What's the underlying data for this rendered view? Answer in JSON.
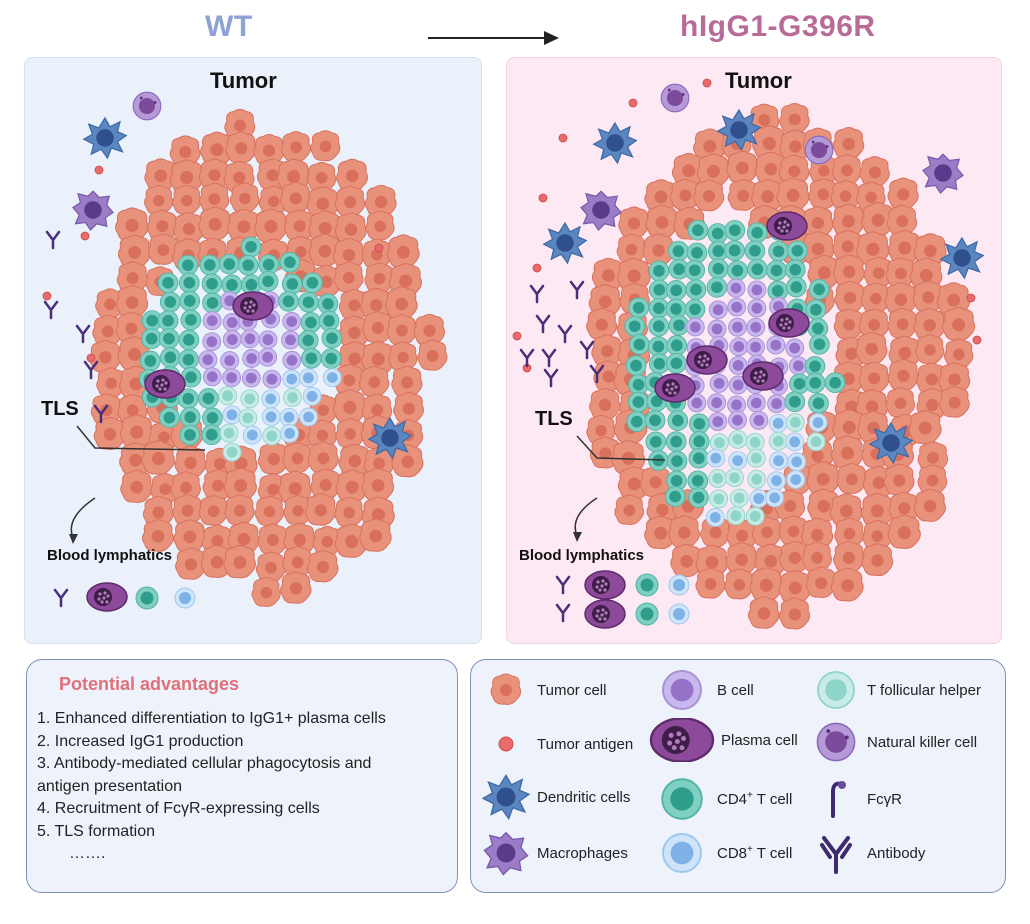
{
  "headings": {
    "left": "WT",
    "right": "hIgG1-G396R"
  },
  "panels": {
    "wt": {
      "tumor_label": "Tumor",
      "tls_label": "TLS",
      "blood_label": "Blood lymphatics"
    },
    "mutant": {
      "tumor_label": "Tumor",
      "tls_label": "TLS",
      "blood_label": "Blood lymphatics"
    }
  },
  "advantages": {
    "title": "Potential advantages",
    "items": [
      "1. Enhanced differentiation to IgG1+ plasma cells",
      "2. Increased IgG1 production",
      "3. Antibody-mediated cellular phagocytosis and",
      "antigen presentation",
      "4. Recruitment of FcγR-expressing cells",
      "5. TLS formation",
      "……."
    ]
  },
  "legend": {
    "tumor_cell": "Tumor cell",
    "b_cell": "B cell",
    "tfh": "T follicular helper",
    "tumor_antigen": "Tumor antigen",
    "plasma_cell": "Plasma cell",
    "nk_cell": "Natural killer cell",
    "dendritic": "Dendritic cells",
    "cd4_label": "CD4",
    "cd8_label": "CD8",
    "t_cell_suffix": "T cell",
    "fcgr": "FcγR",
    "macrophage": "Macrophages",
    "antibody": "Antibody"
  },
  "colors": {
    "wt_heading": "#8ea3d3",
    "mutant_heading": "#b96b98",
    "wt_background": "#eaf1fb",
    "mutant_background": "#fde9f4",
    "tumor_cell": "#e8927c",
    "cd4_t_cell": "#5cc0b0",
    "cd8_t_cell": "#9cc8ee",
    "b_cell": "#a88fd6",
    "plasma_cell": "#7a3f86",
    "dendritic_cell": "#5b86c0",
    "macrophage": "#9b7cc7",
    "antibody": "#4a2e7a",
    "advantages_title": "#e0707a"
  }
}
